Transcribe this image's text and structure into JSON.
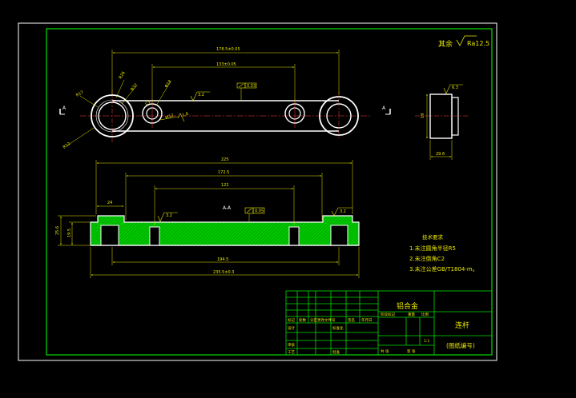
{
  "roughness_note": {
    "label": "其余",
    "value": "Ra12.5"
  },
  "top_view": {
    "dims": {
      "overall_length": "178.5±0.05",
      "center_distance": "133±0.05",
      "r17": "R17",
      "r26": "R26",
      "d32": "Φ32",
      "d18": "Φ18",
      "r12": "R12",
      "m12": "M12",
      "parallel_tol": "0.03",
      "roughness_face": "3.2",
      "roughness_hole": "1.6",
      "chamfer": "C1",
      "cut_mark": "A"
    }
  },
  "side_view": {
    "dims": {
      "thickness": "19",
      "width": "29.6",
      "roughness": "6.3"
    }
  },
  "section_view": {
    "label": "A-A",
    "dims": {
      "d225": "225",
      "d172_5": "172.5",
      "d122": "122",
      "d24": "24",
      "d194_5": "194.5",
      "d235": "235.5±0.3",
      "h25": "25.6",
      "h19": "19.5",
      "flat_tol": "0.05",
      "roughness_left": "3.2",
      "roughness_right": "3.2"
    }
  },
  "tech_notes": {
    "title": "技术要求",
    "items": [
      "1.未注圆角半径R5",
      "2.未注倒角C2",
      "3.未注公差GB/T1804-m。"
    ]
  },
  "title_block": {
    "material": "铝合金",
    "part_name": "连杆",
    "drawing_no": "(图纸编号)",
    "header_cells": [
      "标记",
      "处数",
      "分区",
      "更改文件号",
      "签名",
      "年月日"
    ],
    "role_design": "设计",
    "role_std": "标准化",
    "role_check": "审核",
    "role_process": "工艺",
    "role_approve": "批准",
    "stage_mark": "阶段标记",
    "weight_label": "重量",
    "scale_label": "比例",
    "scale_value": "1:1",
    "sheets_total": "共 张",
    "sheet_no": "第 张"
  }
}
